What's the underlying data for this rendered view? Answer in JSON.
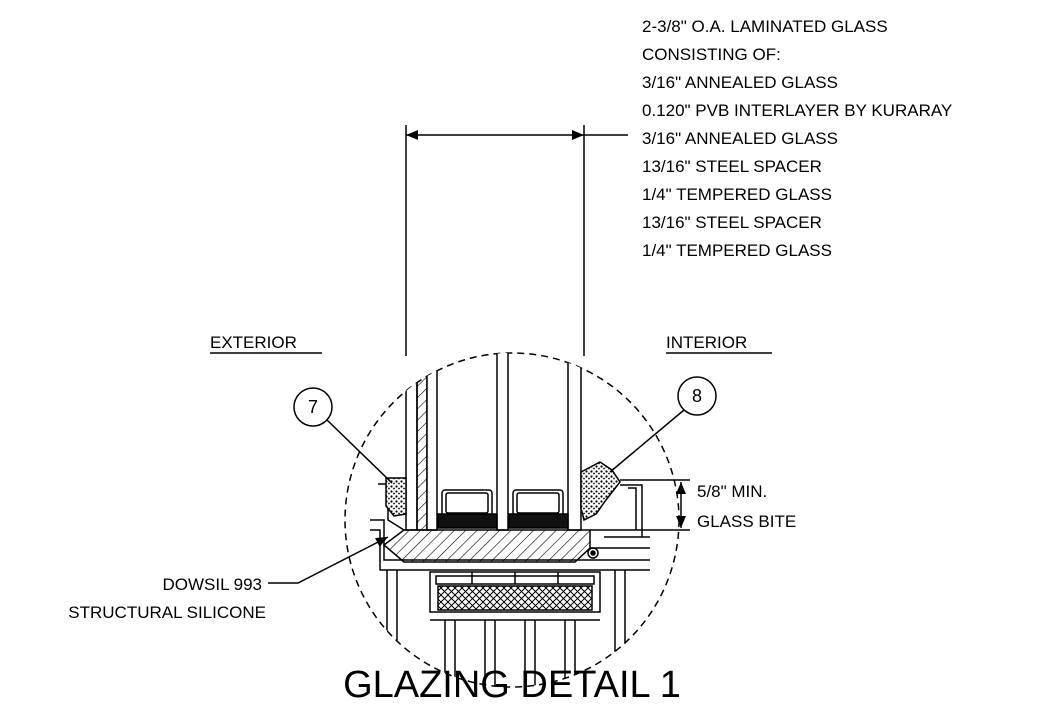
{
  "title": "GLAZING DETAIL 1",
  "glass_spec": [
    "2-3/8\" O.A. LAMINATED GLASS",
    "CONSISTING OF:",
    "3/16\" ANNEALED GLASS",
    "0.120\" PVB INTERLAYER BY  KURARAY",
    "3/16\" ANNEALED  GLASS",
    "13/16\" STEEL SPACER",
    "1/4\" TEMPERED GLASS",
    "13/16\" STEEL SPACER",
    "1/4\" TEMPERED GLASS"
  ],
  "side_labels": {
    "exterior": "EXTERIOR",
    "interior": "INTERIOR"
  },
  "callouts": {
    "left": "7",
    "right": "8"
  },
  "bite": {
    "line1": "5/8\" MIN.",
    "line2": "GLASS BITE"
  },
  "silicone": {
    "line1": "DOWSIL 993",
    "line2": "STRUCTURAL SILICONE"
  }
}
